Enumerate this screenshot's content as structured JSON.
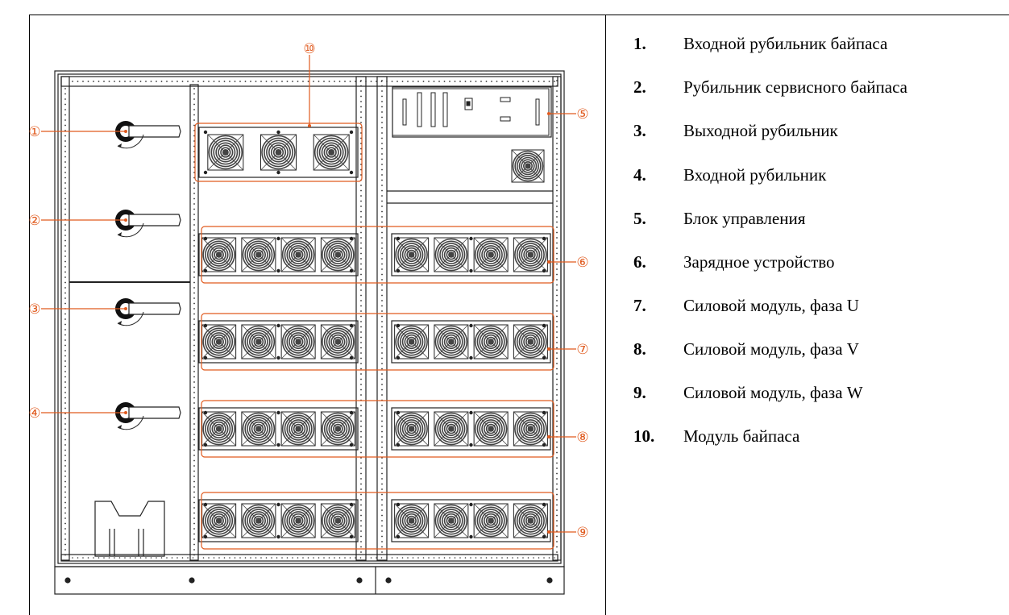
{
  "colors": {
    "callout": "#e05a1e",
    "line": "#222222",
    "fan_fill": "#444444"
  },
  "diagram": {
    "callouts": [
      "①",
      "②",
      "③",
      "④",
      "⑤",
      "⑥",
      "⑦",
      "⑧",
      "⑨",
      "⑩"
    ]
  },
  "legend": {
    "items": [
      {
        "num": "1.",
        "text": "Входной рубильник байпаса"
      },
      {
        "num": "2.",
        "text": "Рубильник сервисного байпаса"
      },
      {
        "num": "3.",
        "text": "Выходной рубильник"
      },
      {
        "num": "4.",
        "text": "Входной рубильник"
      },
      {
        "num": "5.",
        "text": "Блок управления"
      },
      {
        "num": "6.",
        "text": "Зарядное устройство"
      },
      {
        "num": "7.",
        "text": "Силовой модуль, фаза U"
      },
      {
        "num": "8.",
        "text": "Силовой модуль, фаза V"
      },
      {
        "num": "9.",
        "text": "Силовой модуль, фаза W"
      },
      {
        "num": "10.",
        "text": "Модуль байпаса"
      }
    ]
  }
}
